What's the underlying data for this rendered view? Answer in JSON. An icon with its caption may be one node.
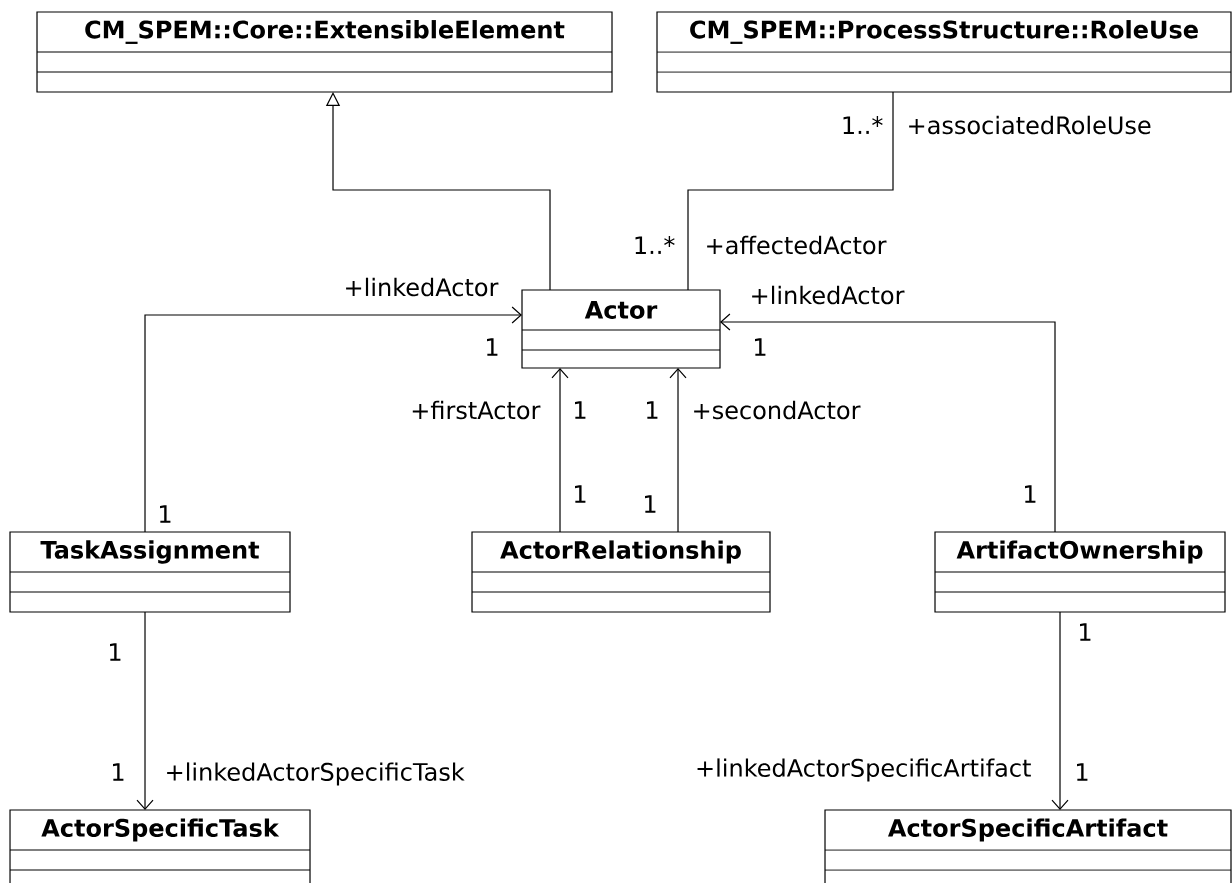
{
  "diagram": {
    "nodes": [
      {
        "text": [
          "CM_SPEM::Core::ExtensibleElement"
        ]
      },
      {
        "text": [
          "CM_SPEM::ProcessStructure::RoleUse"
        ]
      },
      {
        "text": [
          "Actor"
        ]
      },
      {
        "text": [
          "TaskAssignment"
        ]
      },
      {
        "text": [
          "ActorRelationship"
        ]
      },
      {
        "text": [
          "ArtifactOwnership"
        ]
      },
      {
        "text": [
          "ActorSpecificTask"
        ]
      },
      {
        "text": [
          "ActorSpecificArtifact"
        ]
      }
    ],
    "edges": [
      {
        "from": 2,
        "to": 0,
        "arrow": "to"
      },
      {
        "from": 2,
        "to": 1,
        "arrow": "none"
      },
      {
        "from": 3,
        "to": 2,
        "arrow": "to"
      },
      {
        "from": 4,
        "to": 2,
        "arrow": "to"
      },
      {
        "from": 4,
        "to": 2,
        "arrow": "to"
      },
      {
        "from": 5,
        "to": 2,
        "arrow": "to"
      },
      {
        "from": 3,
        "to": 6,
        "arrow": "to"
      },
      {
        "from": 5,
        "to": 7,
        "arrow": "to"
      }
    ],
    "labels": [
      "1..*",
      "+associatedRoleUse",
      "1..*",
      "+affectedActor",
      "+linkedActor",
      "+linkedActor",
      "1",
      "1",
      "+firstActor",
      "1",
      "1",
      "+secondActor",
      "1",
      "1",
      "1",
      "1",
      "1",
      "1",
      "1",
      "+linkedActorSpecificTask",
      "+linkedActorSpecificArtifact",
      "1"
    ]
  }
}
